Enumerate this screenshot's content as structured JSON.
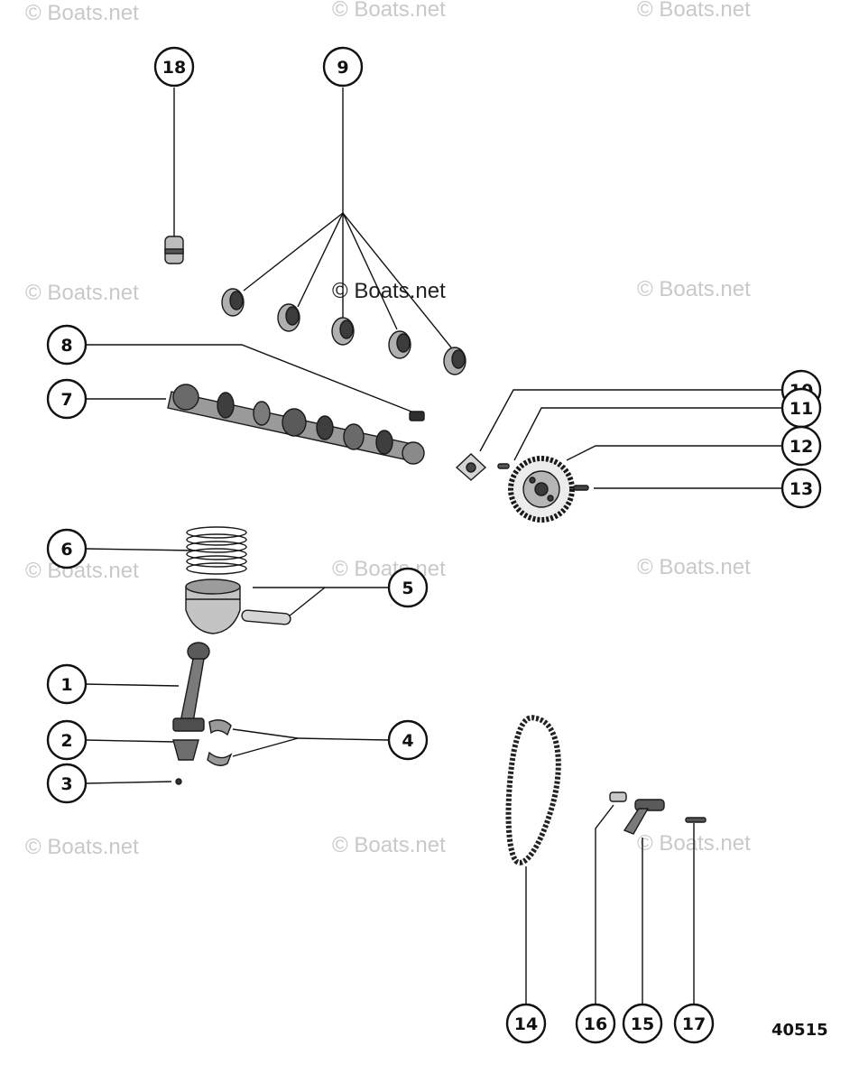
{
  "watermark_text": "© Boats.net",
  "figure_number": "40515",
  "callouts": {
    "c1": "1",
    "c2": "2",
    "c3": "3",
    "c4": "4",
    "c5": "5",
    "c6": "6",
    "c7": "7",
    "c8": "8",
    "c9": "9",
    "c10": "10",
    "c11": "11",
    "c12": "12",
    "c13": "13",
    "c14": "14",
    "c15": "15",
    "c16": "16",
    "c17": "17",
    "c18": "18"
  },
  "colors": {
    "ink": "#111111",
    "watermark": "#c9c9c9",
    "background": "#ffffff"
  }
}
